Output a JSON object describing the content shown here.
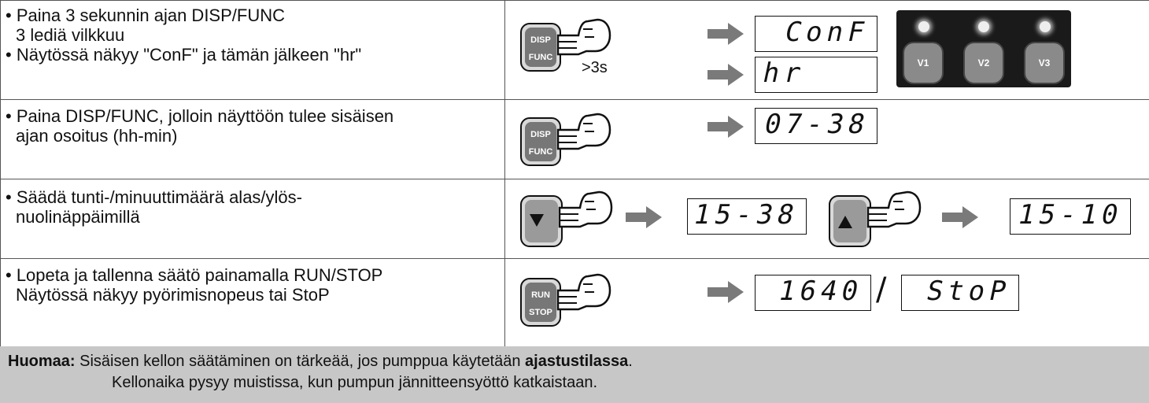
{
  "rows": [
    {
      "lines": [
        "• Paina 3 sekunnin ajan DISP/FUNC",
        "3 lediä vilkkuu",
        "• Näytössä näkyy \"ConF\" ja tämän jälkeen \"hr\""
      ],
      "key": {
        "top": "DISP",
        "bottom": "FUNC"
      },
      "hold_label": ">3s",
      "displays": [
        "ConF",
        "hr"
      ]
    },
    {
      "lines": [
        "• Paina DISP/FUNC, jolloin näyttöön tulee sisäisen",
        "ajan osoitus (hh-min)"
      ],
      "key": {
        "top": "DISP",
        "bottom": "FUNC"
      },
      "displays": [
        "07-38"
      ]
    },
    {
      "lines": [
        "• Säädä tunti-/minuuttimäärä alas/ylös-",
        "nuolinäppäimillä"
      ],
      "displays": [
        "15-38",
        "15-10"
      ]
    },
    {
      "lines": [
        "• Lopeta ja tallenna säätö painamalla RUN/STOP",
        "Näytössä näkyy pyörimisnopeus tai StoP"
      ],
      "key": {
        "top": "RUN",
        "bottom": "STOP"
      },
      "displays": [
        "1640",
        "StoP"
      ],
      "separator": "/"
    }
  ],
  "panel": {
    "buttons": [
      "V1",
      "V2",
      "V3"
    ]
  },
  "note": {
    "label": "Huomaa:",
    "text_before": " Sisäisen kellon säätäminen on tärkeää, jos pumppua käytetään ",
    "bold": "ajastustilassa",
    "text_after": ".",
    "line2": "Kellonaika pysyy muistissa, kun pumpun jännitteensyöttö katkaistaan."
  },
  "colors": {
    "arrow": "#7a7a7a",
    "note_bg": "#c7c7c7",
    "panel_bg": "#1a1a1a"
  },
  "icons": [
    "hand-pointer-icon",
    "arrow-right-icon",
    "triangle-down-icon",
    "triangle-up-icon",
    "led-icon"
  ]
}
